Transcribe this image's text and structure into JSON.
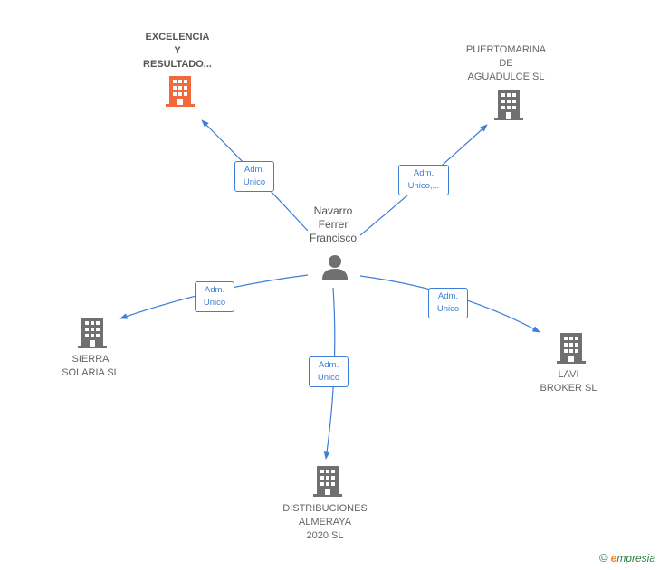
{
  "center": {
    "name": "Navarro\nFerrer\nFrancisco",
    "icon": "person-icon"
  },
  "companies": [
    {
      "id": "excelencia",
      "name": "EXCELENCIA\nY\nRESULTADO...",
      "highlighted": true,
      "icon_color": "#f06a3c",
      "role": "Adm.\nUnico"
    },
    {
      "id": "puertomarina",
      "name": "PUERTOMARINA\nDE\nAGUADULCE SL",
      "highlighted": false,
      "icon_color": "#707070",
      "role": "Adm.\nUnico,..."
    },
    {
      "id": "sierra",
      "name": "SIERRA\nSOLARIA SL",
      "highlighted": false,
      "icon_color": "#707070",
      "role": "Adm.\nUnico"
    },
    {
      "id": "distribuciones",
      "name": "DISTRIBUCIONES\nALMERAYA\n2020  SL",
      "highlighted": false,
      "icon_color": "#707070",
      "role": "Adm.\nUnico"
    },
    {
      "id": "lavi",
      "name": "LAVI\nBROKER  SL",
      "highlighted": false,
      "icon_color": "#707070",
      "role": "Adm.\nUnico"
    }
  ],
  "colors": {
    "edge": "#3d7fd6",
    "person": "#707070"
  },
  "footer": {
    "copyright": "©",
    "brand_e": "e",
    "brand_rest": "mpresia"
  }
}
